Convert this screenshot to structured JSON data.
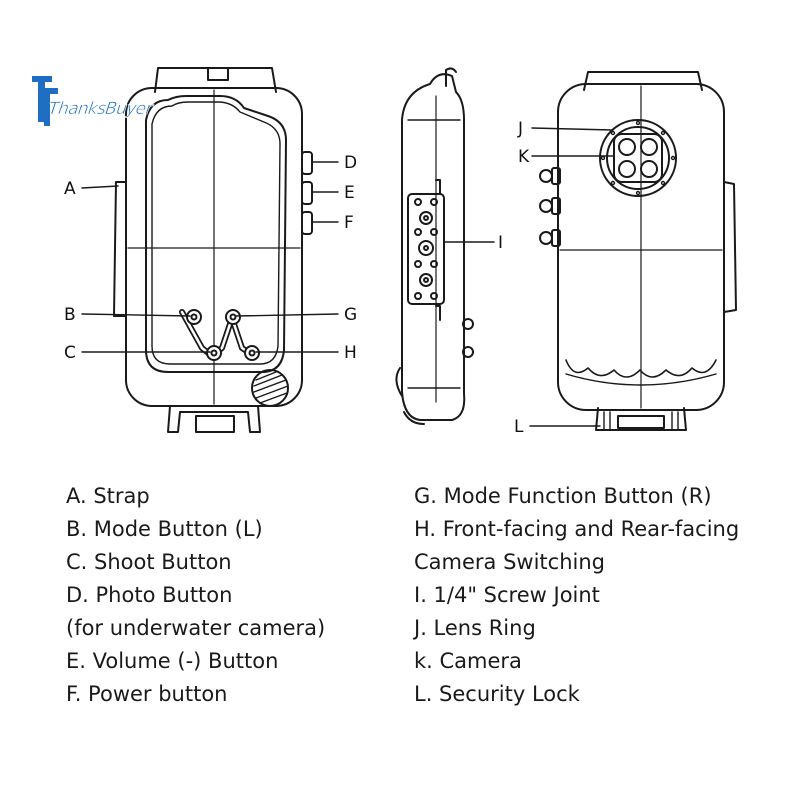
{
  "brand": {
    "logo_text": "ThanksBuyer"
  },
  "callouts": {
    "A": "A",
    "B": "B",
    "C": "C",
    "D": "D",
    "E": "E",
    "F": "F",
    "G": "G",
    "H": "H",
    "I": "I",
    "J": "J",
    "K": "K",
    "L": "L"
  },
  "legend_left": [
    "A. Strap",
    "B. Mode Button (L)",
    "C. Shoot Button",
    "D. Photo Button",
    "(for underwater camera)",
    "E. Volume (-) Button",
    "F. Power button"
  ],
  "legend_right": [
    "G. Mode Function Button (R)",
    "H. Front-facing and Rear-facing",
    "Camera Switching",
    "I. 1/4\" Screw Joint",
    "J. Lens Ring",
    "k. Camera",
    "L. Security Lock"
  ],
  "colors": {
    "line": "#1a1a1a",
    "logo": "#1e6fc4"
  }
}
